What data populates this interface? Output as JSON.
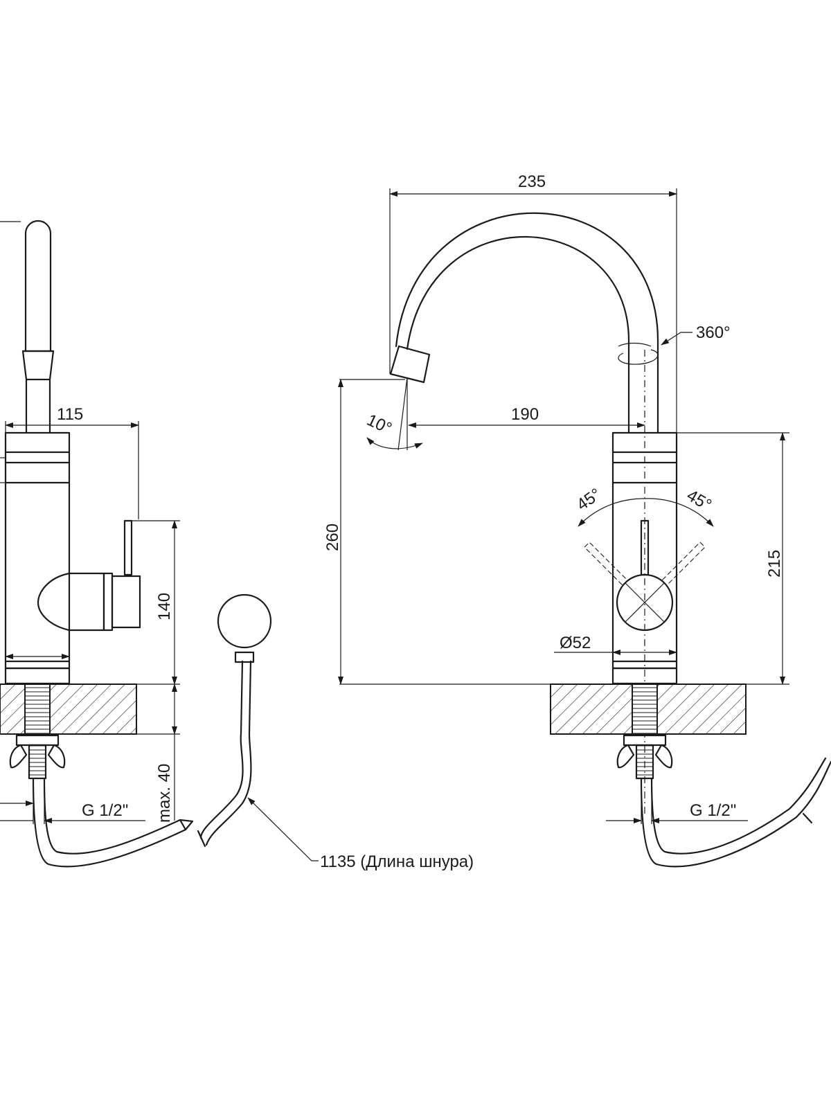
{
  "dimensions": {
    "overall_width": "235",
    "swivel_angle": "360°",
    "spout_reach": "190",
    "spout_tilt": "10°",
    "total_height": "260",
    "body_height": "215",
    "lever_left_angle": "45°",
    "lever_right_angle": "45°",
    "body_diameter": "Ø52",
    "side_depth": "115",
    "lever_height": "140",
    "mount_thickness": "max. 40",
    "thread_side": "G 1/2\"",
    "thread_front": "G 1/2\"",
    "cord_length": "1135 (Длина шнура)"
  },
  "colors": {
    "line": "#1a1a1a",
    "background": "#ffffff"
  }
}
